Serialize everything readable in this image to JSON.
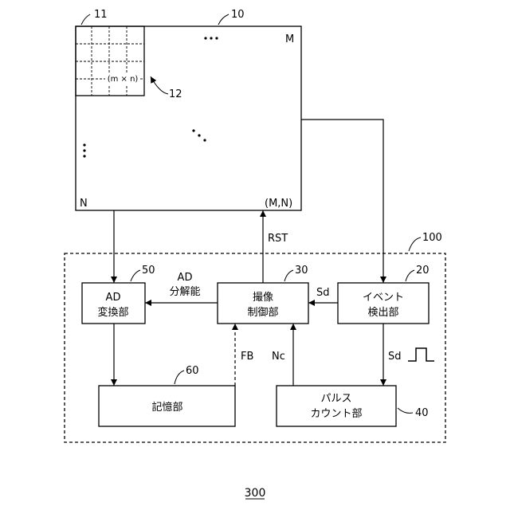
{
  "figure": {
    "number": "300",
    "sensor": {
      "ref": "10",
      "corner_top_right": "M",
      "corner_bottom_left": "N",
      "corner_bottom_right": "(M,N)",
      "ellipsis_horizontal": "…",
      "ellipsis_vertical": "⋮",
      "ellipsis_diagonal": "⋱"
    },
    "pixel_block": {
      "ref": "11",
      "label": "(m × n)",
      "pointer_ref": "12"
    },
    "processor": {
      "ref": "100"
    },
    "blocks": {
      "ad_converter": {
        "ref": "50",
        "line1": "AD",
        "line2": "変換部"
      },
      "imaging_control": {
        "ref": "30",
        "line1": "撮像",
        "line2": "制御部"
      },
      "event_detector": {
        "ref": "20",
        "line1": "イベント",
        "line2": "検出部"
      },
      "memory": {
        "ref": "60",
        "line1": "記憶部"
      },
      "pulse_counter": {
        "ref": "40",
        "line1": "パルス",
        "line2": "カウント部"
      }
    },
    "signals": {
      "rst": "RST",
      "ad_resolution_line1": "AD",
      "ad_resolution_line2": "分解能",
      "sd_horizontal": "Sd",
      "sd_vertical": "Sd",
      "nc": "Nc",
      "fb": "FB"
    }
  }
}
